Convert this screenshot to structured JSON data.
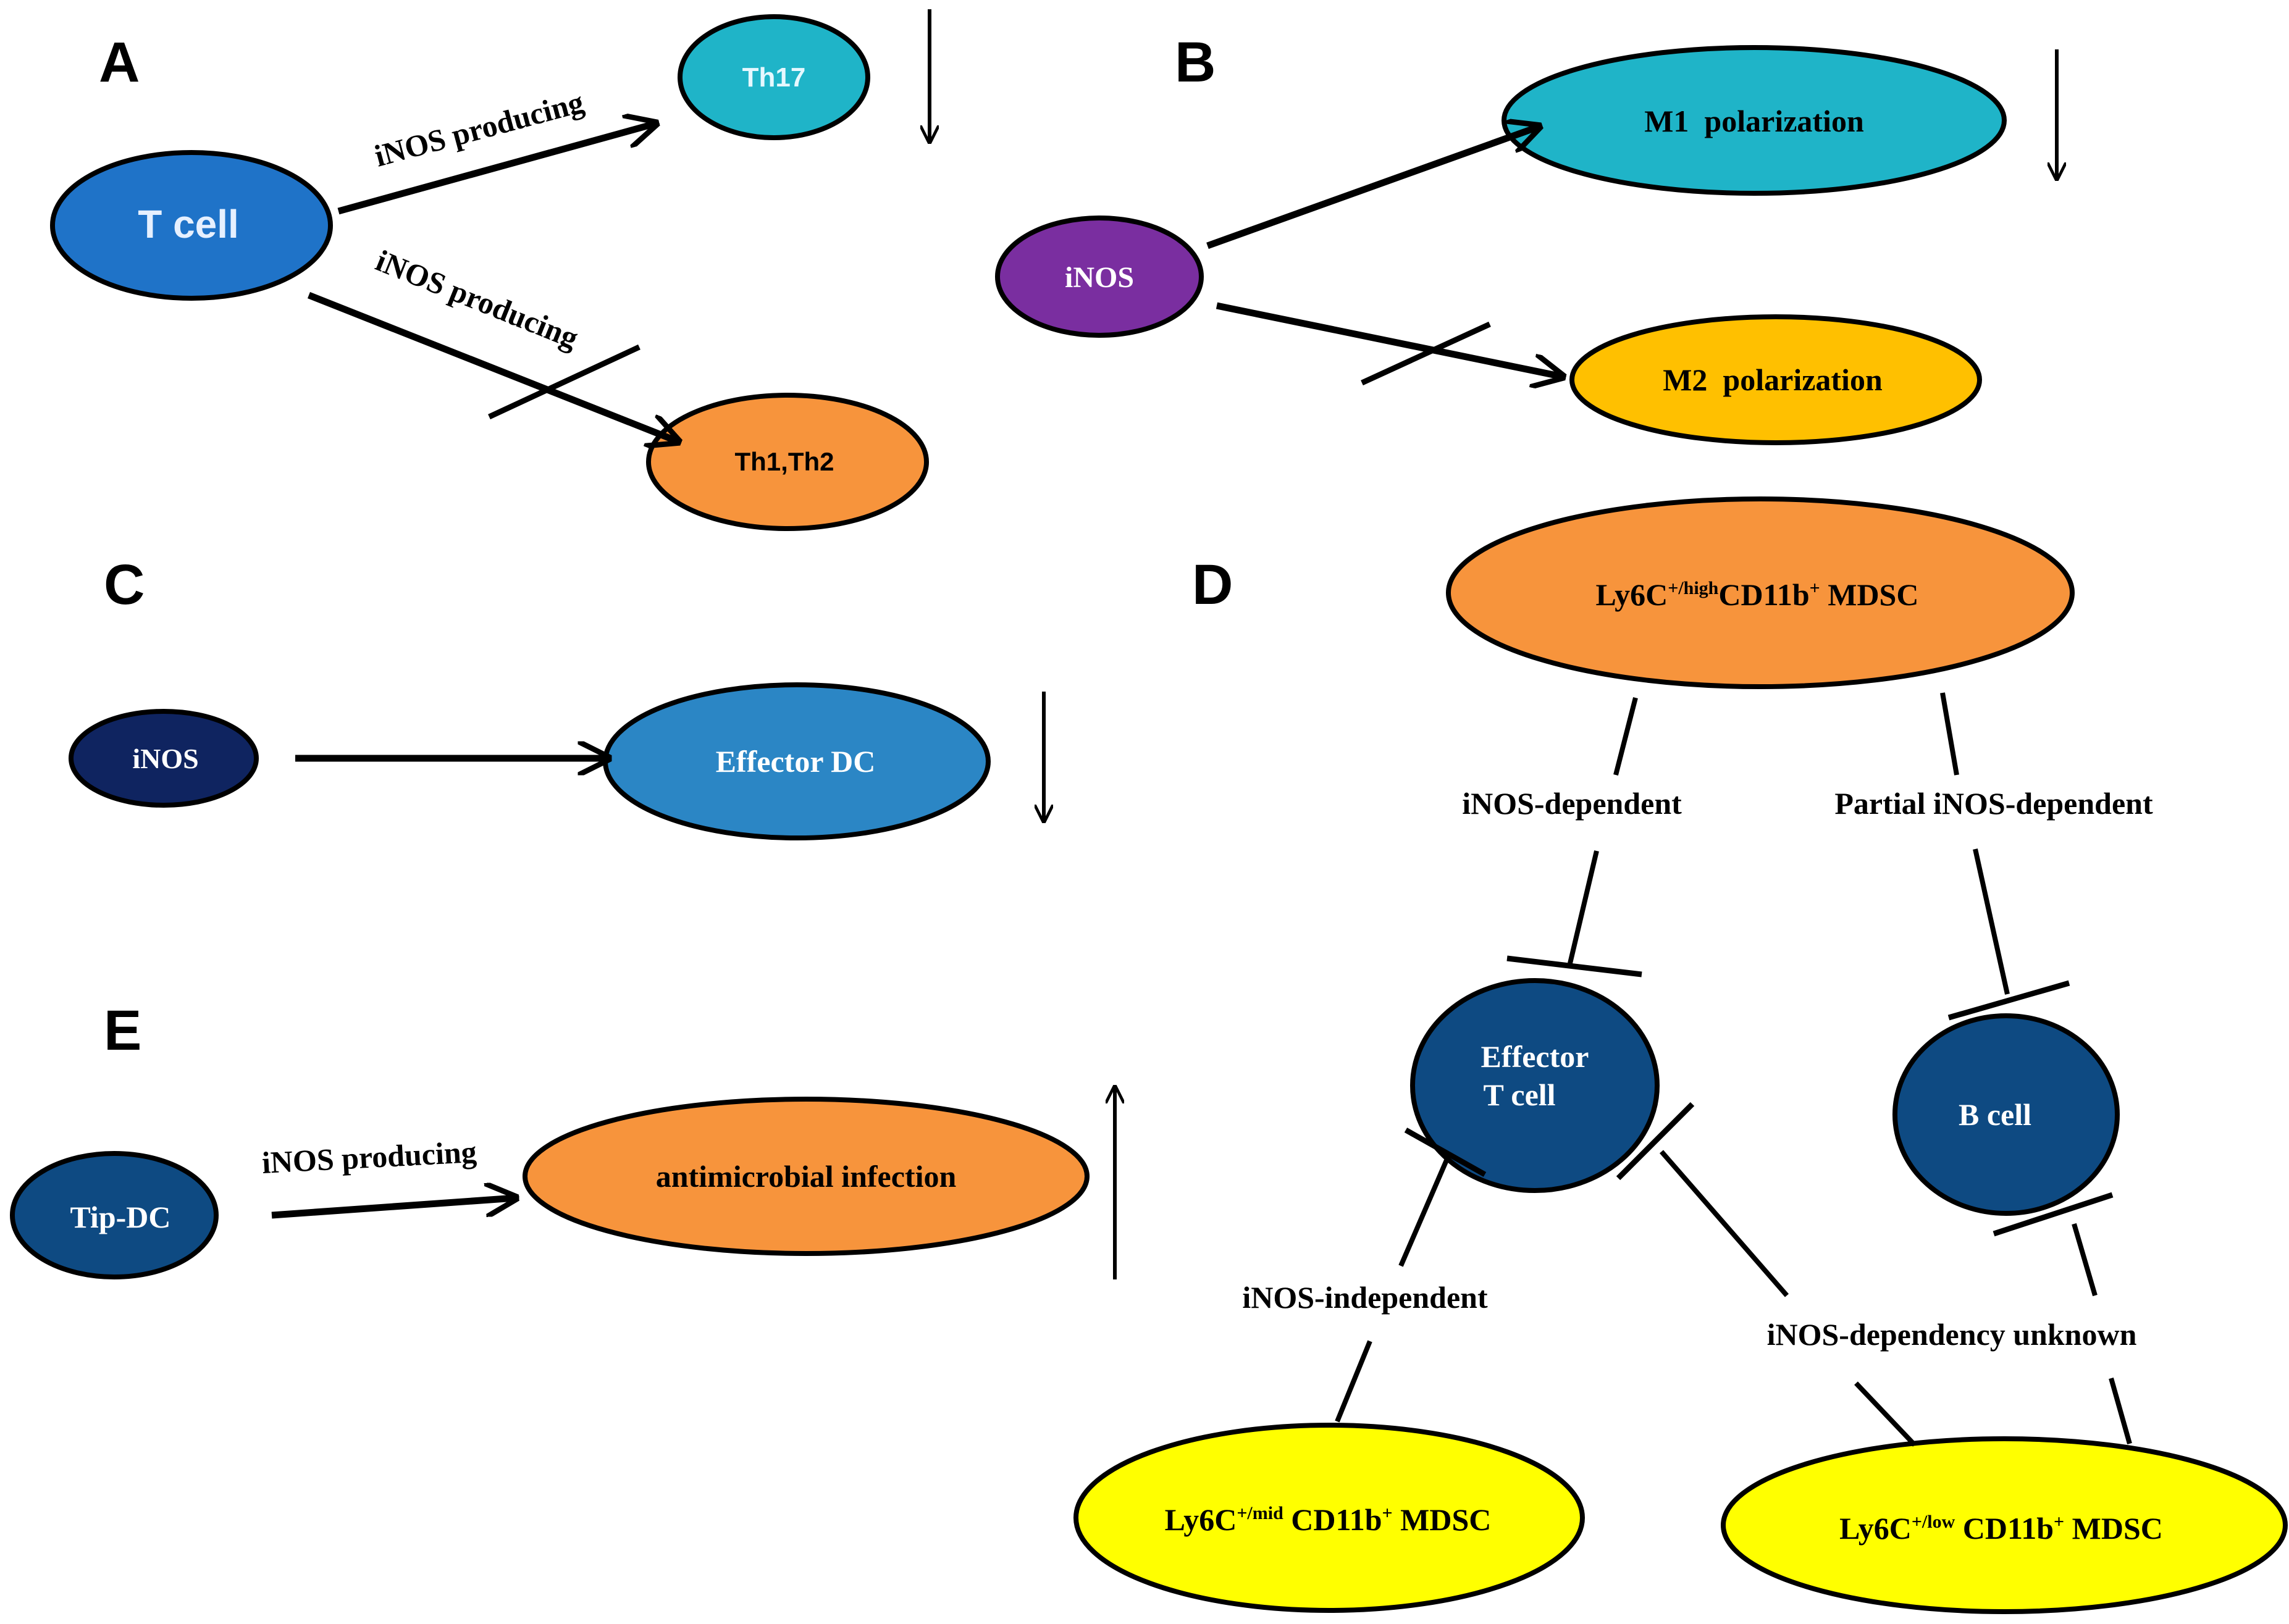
{
  "panels": {
    "A": {
      "letter": "A",
      "t_cell": "T cell",
      "th17": "Th17",
      "th1th2": "Th1,Th2",
      "edge_upper": "iNOS producing",
      "edge_lower": "iNOS producing"
    },
    "B": {
      "letter": "B",
      "inos": "iNOS",
      "m1": "M1  polarization",
      "m2": "M2  polarization"
    },
    "C": {
      "letter": "C",
      "inos": "iNOS",
      "effector_dc": "Effector DC"
    },
    "D": {
      "letter": "D",
      "mdsc_high": {
        "pre": "Ly6C",
        "sup": "+/high",
        "mid": "CD11b",
        "sup2": "+",
        "post": " MDSC"
      },
      "effector_t_line1": "Effector",
      "effector_t_line2": "T cell",
      "b_cell": "B cell",
      "mdsc_mid": {
        "pre": "Ly6C",
        "sup": "+/mid",
        "mid": " CD11b",
        "sup2": "+",
        "post": " MDSC"
      },
      "mdsc_low": {
        "pre": "Ly6C",
        "sup": "+/low",
        "mid": " CD11b",
        "sup2": "+",
        "post": " MDSC"
      },
      "edge_dependent": "iNOS-dependent",
      "edge_partial": "Partial iNOS-dependent",
      "edge_independent": "iNOS-independent",
      "edge_unknown": "iNOS-dependency unknown"
    },
    "E": {
      "letter": "E",
      "tip_dc": "Tip-DC",
      "infection": "antimicrobial infection",
      "edge": "iNOS producing"
    }
  },
  "colors": {
    "t_cell": "#1f73c8",
    "th17": "#1fb4c8",
    "orange": "#f7943c",
    "purple": "#7a2ea0",
    "navy": "#0f2460",
    "effector_dc": "#2b86c5",
    "dark_blue": "#0e4a82",
    "yellow": "#ffff00",
    "m2": "#ffc000"
  }
}
